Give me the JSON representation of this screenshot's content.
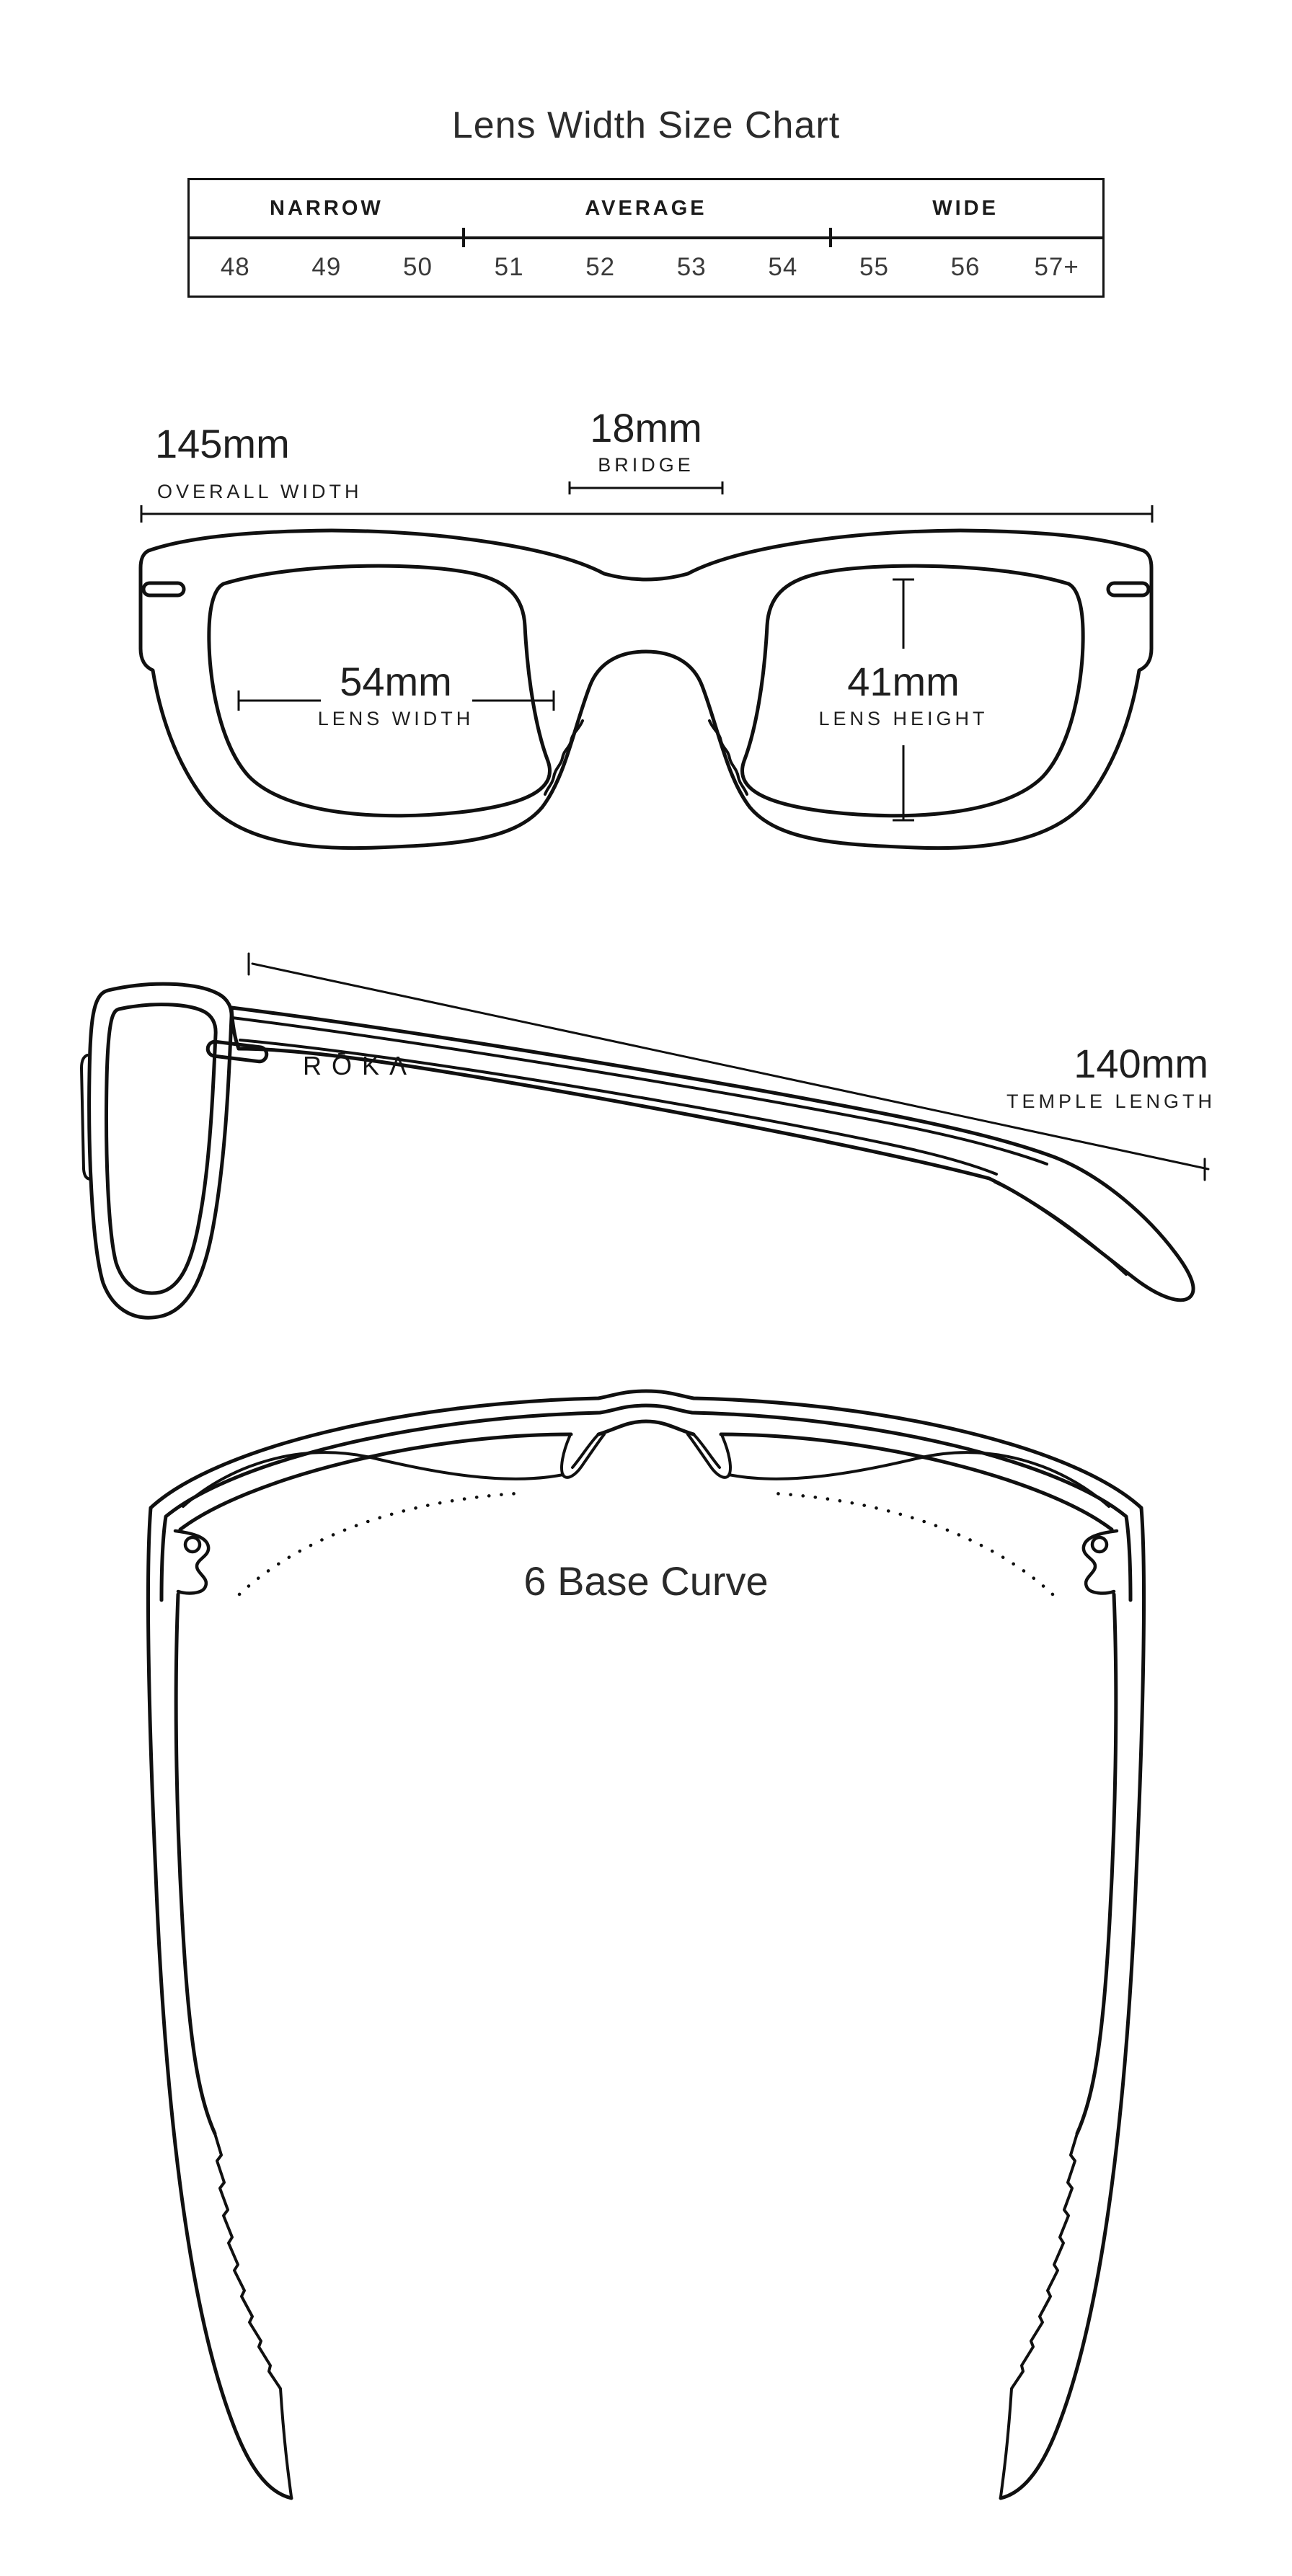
{
  "page": {
    "title": "Lens Width Size Chart"
  },
  "size_chart": {
    "headers": [
      {
        "label": "NARROW",
        "span": 3
      },
      {
        "label": "AVERAGE",
        "span": 4
      },
      {
        "label": "WIDE",
        "span": 3
      }
    ],
    "sizes": [
      "48",
      "49",
      "50",
      "51",
      "52",
      "53",
      "54",
      "55",
      "56",
      "57+"
    ]
  },
  "front_view": {
    "overall_width_value": "145mm",
    "overall_width_label": "OVERALL WIDTH",
    "bridge_value": "18mm",
    "bridge_label": "BRIDGE",
    "lens_width_value": "54mm",
    "lens_width_label": "LENS WIDTH",
    "lens_height_value": "41mm",
    "lens_height_label": "LENS HEIGHT"
  },
  "side_view": {
    "brand": "RŌKΛ",
    "temple_length_value": "140mm",
    "temple_length_label": "TEMPLE LENGTH"
  },
  "top_view": {
    "base_curve_label": "6 Base Curve"
  },
  "colors": {
    "line": "#101010",
    "text": "#222222"
  }
}
